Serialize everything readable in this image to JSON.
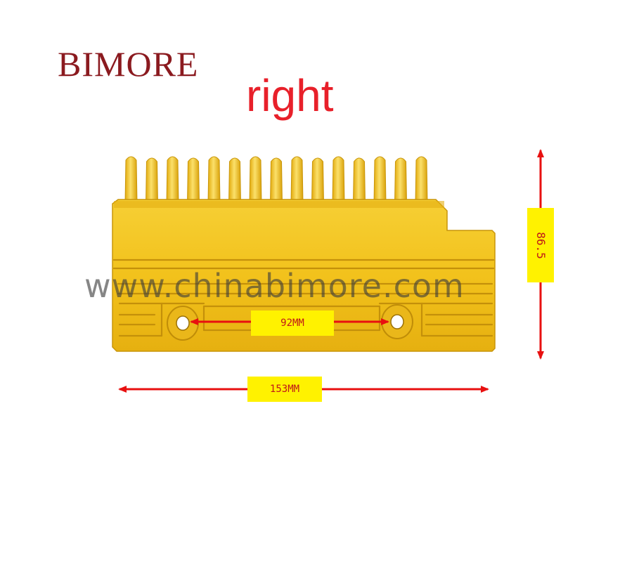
{
  "brand": {
    "name": "BIMORE",
    "color": "#8b1a1f"
  },
  "side_label": {
    "text": "right",
    "color": "#e8202a"
  },
  "watermark": {
    "text": "www.chinabimore.com"
  },
  "product": {
    "color": "#f2c21c",
    "teeth_count": 15,
    "mount_holes": 2
  },
  "dimensions": {
    "hole_spacing": "92MM",
    "width": "153MM",
    "height": "86.5",
    "arrow_color": "#e81010",
    "label_bg": "#fff200"
  }
}
